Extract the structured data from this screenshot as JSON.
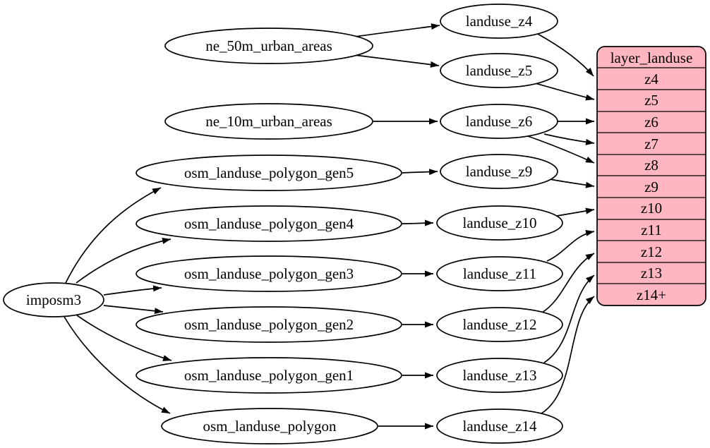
{
  "diagram": {
    "kind": "dependency-graph",
    "colors": {
      "table_fill": "#ffb6c1",
      "node_fill": "#ffffff",
      "edge_stroke": "#000000"
    },
    "nodes": {
      "imposm3": {
        "label": "imposm3"
      },
      "ne_50m_urban_areas": {
        "label": "ne_50m_urban_areas"
      },
      "ne_10m_urban_areas": {
        "label": "ne_10m_urban_areas"
      },
      "osm_landuse_polygon_gen5": {
        "label": "osm_landuse_polygon_gen5"
      },
      "osm_landuse_polygon_gen4": {
        "label": "osm_landuse_polygon_gen4"
      },
      "osm_landuse_polygon_gen3": {
        "label": "osm_landuse_polygon_gen3"
      },
      "osm_landuse_polygon_gen2": {
        "label": "osm_landuse_polygon_gen2"
      },
      "osm_landuse_polygon_gen1": {
        "label": "osm_landuse_polygon_gen1"
      },
      "osm_landuse_polygon": {
        "label": "osm_landuse_polygon"
      },
      "landuse_z4": {
        "label": "landuse_z4"
      },
      "landuse_z5": {
        "label": "landuse_z5"
      },
      "landuse_z6": {
        "label": "landuse_z6"
      },
      "landuse_z9": {
        "label": "landuse_z9"
      },
      "landuse_z10": {
        "label": "landuse_z10"
      },
      "landuse_z11": {
        "label": "landuse_z11"
      },
      "landuse_z12": {
        "label": "landuse_z12"
      },
      "landuse_z13": {
        "label": "landuse_z13"
      },
      "landuse_z14": {
        "label": "landuse_z14"
      }
    },
    "table": {
      "title": "layer_landuse",
      "rows": [
        "z4",
        "z5",
        "z6",
        "z7",
        "z8",
        "z9",
        "z10",
        "z11",
        "z12",
        "z13",
        "z14+"
      ]
    },
    "edges": [
      {
        "from": "imposm3",
        "to": "osm_landuse_polygon_gen5"
      },
      {
        "from": "imposm3",
        "to": "osm_landuse_polygon_gen4"
      },
      {
        "from": "imposm3",
        "to": "osm_landuse_polygon_gen3"
      },
      {
        "from": "imposm3",
        "to": "osm_landuse_polygon_gen2"
      },
      {
        "from": "imposm3",
        "to": "osm_landuse_polygon_gen1"
      },
      {
        "from": "imposm3",
        "to": "osm_landuse_polygon"
      },
      {
        "from": "ne_50m_urban_areas",
        "to": "landuse_z4"
      },
      {
        "from": "ne_50m_urban_areas",
        "to": "landuse_z5"
      },
      {
        "from": "ne_10m_urban_areas",
        "to": "landuse_z6"
      },
      {
        "from": "osm_landuse_polygon_gen5",
        "to": "landuse_z9"
      },
      {
        "from": "osm_landuse_polygon_gen4",
        "to": "landuse_z10"
      },
      {
        "from": "osm_landuse_polygon_gen3",
        "to": "landuse_z11"
      },
      {
        "from": "osm_landuse_polygon_gen2",
        "to": "landuse_z12"
      },
      {
        "from": "osm_landuse_polygon_gen1",
        "to": "landuse_z13"
      },
      {
        "from": "osm_landuse_polygon",
        "to": "landuse_z14"
      },
      {
        "from": "landuse_z4",
        "to": "layer_landuse.z4"
      },
      {
        "from": "landuse_z5",
        "to": "layer_landuse.z5"
      },
      {
        "from": "landuse_z6",
        "to": "layer_landuse.z6"
      },
      {
        "from": "landuse_z6",
        "to": "layer_landuse.z7"
      },
      {
        "from": "landuse_z6",
        "to": "layer_landuse.z8"
      },
      {
        "from": "landuse_z9",
        "to": "layer_landuse.z9"
      },
      {
        "from": "landuse_z10",
        "to": "layer_landuse.z10"
      },
      {
        "from": "landuse_z11",
        "to": "layer_landuse.z11"
      },
      {
        "from": "landuse_z12",
        "to": "layer_landuse.z12"
      },
      {
        "from": "landuse_z13",
        "to": "layer_landuse.z13"
      },
      {
        "from": "landuse_z14",
        "to": "layer_landuse.z14+"
      }
    ]
  }
}
